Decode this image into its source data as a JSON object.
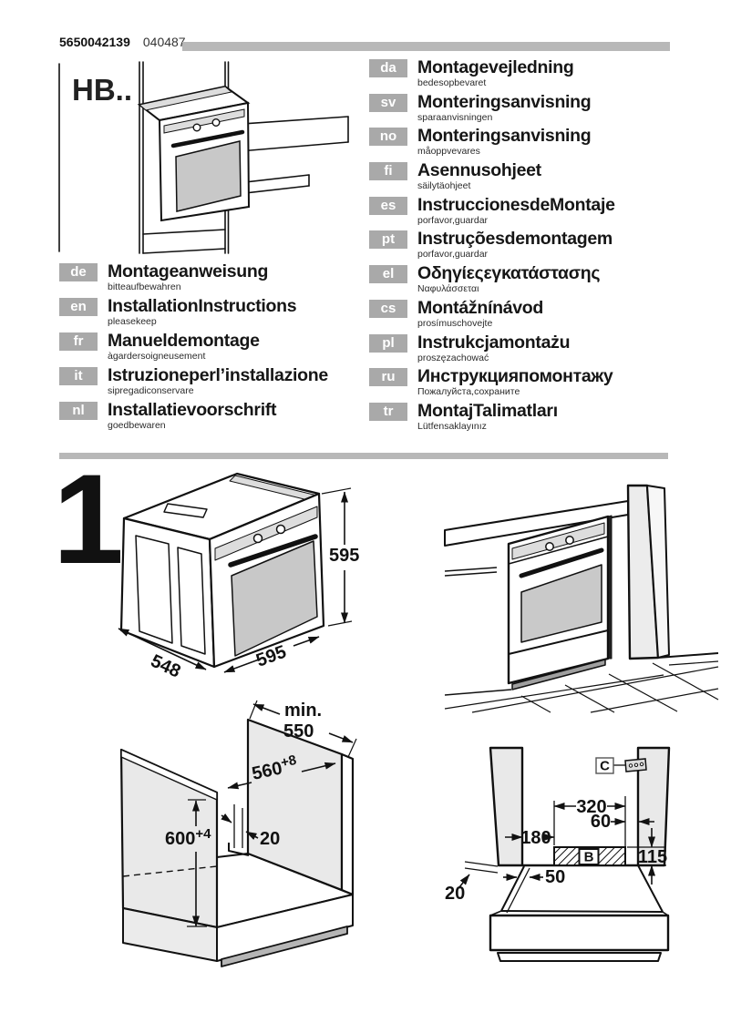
{
  "header": {
    "doc_number": "5650042139",
    "print_code": "040487"
  },
  "model_label": "HB..",
  "languages": {
    "left_column": [
      {
        "code": "de",
        "title": "Montageanweisung",
        "note": "bitteaufbewahren"
      },
      {
        "code": "en",
        "title": "InstallationInstructions",
        "note": "pleasekeep"
      },
      {
        "code": "fr",
        "title": "Manueldemontage",
        "note": "àgardersoigneusement"
      },
      {
        "code": "it",
        "title": "Istruzioneperl’installazione",
        "note": "sipregadiconservare"
      },
      {
        "code": "nl",
        "title": "Installatievoorschrift",
        "note": "goedbewaren"
      }
    ],
    "right_column": [
      {
        "code": "da",
        "title": "Montagevejledning",
        "note": "bedesopbevaret"
      },
      {
        "code": "sv",
        "title": "Monteringsanvisning",
        "note": "sparaanvisningen"
      },
      {
        "code": "no",
        "title": "Monteringsanvisning",
        "note": "måoppvevares"
      },
      {
        "code": "fi",
        "title": "Asennusohjeet",
        "note": "säilytäohjeet"
      },
      {
        "code": "es",
        "title": "InstruccionesdeMontaje",
        "note": "porfavor,guardar"
      },
      {
        "code": "pt",
        "title": "Instruçõesdemontagem",
        "note": "porfavor,guardar"
      },
      {
        "code": "el",
        "title": "Οδηγίεςεγκατάστασης",
        "note": "Ναφυλάσσεται"
      },
      {
        "code": "cs",
        "title": "Montážnínávod",
        "note": "prosímuschovejte"
      },
      {
        "code": "pl",
        "title": "Instrukcjamontażu",
        "note": "proszęzachować"
      },
      {
        "code": "ru",
        "title": "Инструкцияпомонтажу",
        "note": "Пожалуйста,сохраните"
      },
      {
        "code": "tr",
        "title": "MontajTalimatları",
        "note": "Lütfensaklayınız"
      }
    ]
  },
  "step": {
    "number": "1"
  },
  "dimensions": {
    "oven": {
      "height": "595",
      "depth": "548",
      "width": "595"
    },
    "cabinet": {
      "min_label": "min.",
      "min_depth": "550",
      "width_value": "560",
      "width_tol": "+8",
      "height_value": "600",
      "height_tol": "+4",
      "rear_gap": "20"
    },
    "niche": {
      "top_width": "320",
      "right_offset": "60",
      "left_offset": "180",
      "vent_height": "115",
      "step_depth": "50",
      "step_gap": "20",
      "zone_label": "B",
      "connector_label": "C"
    }
  },
  "colors": {
    "tag_bg": "#a9a9a9",
    "tag_text": "#ffffff",
    "bar_gray": "#b8b8b8",
    "panel_fill": "#e9e9e9",
    "glass_fill": "#c8c8c8",
    "plinth_gray": "#b5b5b5",
    "line": "#111111"
  }
}
